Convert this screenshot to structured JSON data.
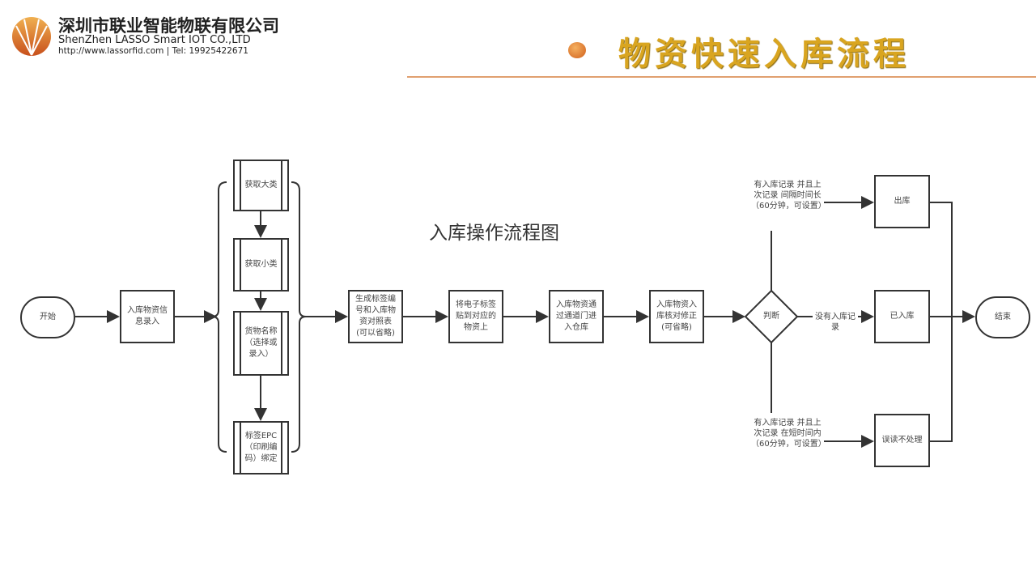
{
  "header": {
    "company_cn": "深圳市联业智能物联有限公司",
    "company_en": "ShenZhen LASSO Smart IOT CO.,LTD",
    "contact": "http://www.lassorfid.com | Tel: 19925422671",
    "slide_title": "物资快速入库流程"
  },
  "colors": {
    "title_gold": "#d9a520",
    "accent_orange": "#e0803a",
    "line": "#333333"
  },
  "diagram": {
    "title": "入库操作流程图",
    "start": "开始",
    "input": "入库物资信息录入",
    "sub": [
      "获取大类",
      "获取小类",
      "货物名称（选择或录入）",
      "标签EPC（印刷编码）绑定"
    ],
    "generate": "生成标签编号和入库物资对照表(可以省略)",
    "attach": "将电子标签贴到对应的物资上",
    "pass": "入库物资通过通道门进入仓库",
    "verify": "入库物资入库核对修正(可省略)",
    "decision": "判断",
    "cond_top": "有入库记录 并且上次记录 间隔时间长 （60分钟，可设置）",
    "cond_mid": "没有入库记录",
    "cond_bottom": "有入库记录 并且上次记录 在短时间内 （60分钟，可设置）",
    "out": "出库",
    "in": "已入库",
    "ignore": "误读不处理",
    "end": "结束"
  }
}
